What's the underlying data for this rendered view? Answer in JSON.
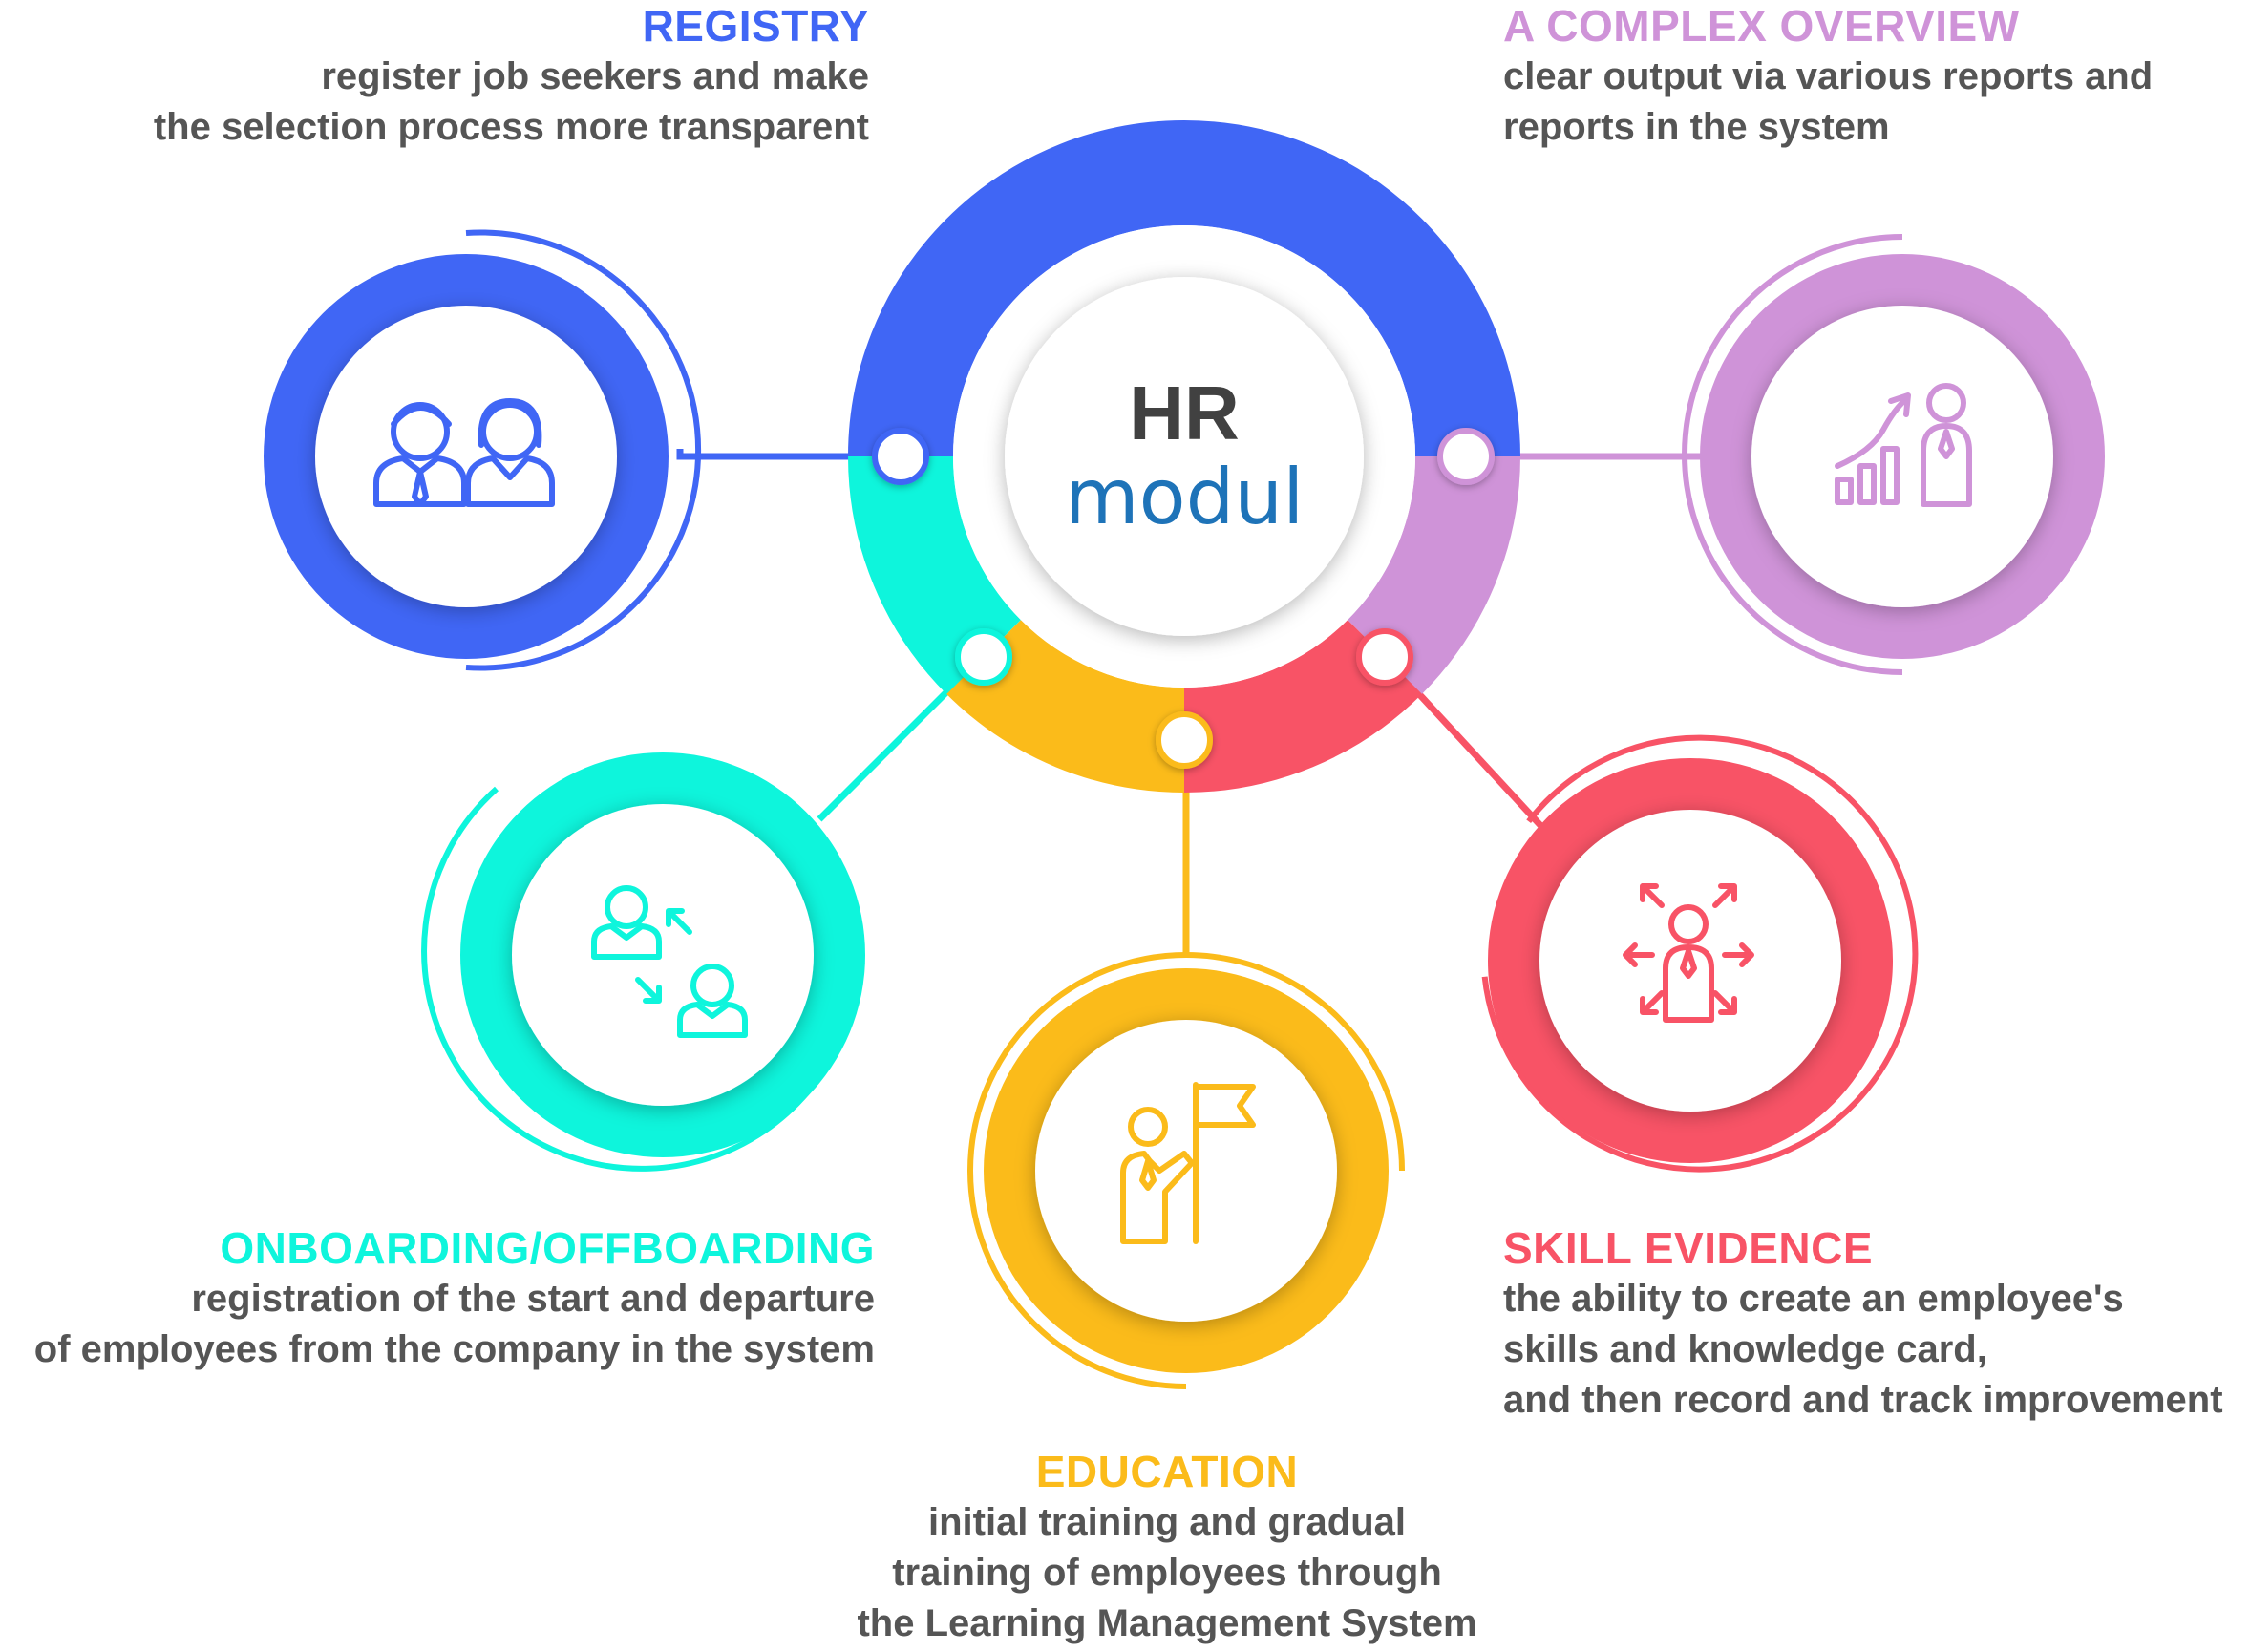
{
  "center": {
    "line1": "HR",
    "line2": "modul"
  },
  "colors": {
    "registry": "#4066f5",
    "overview": "#cf93d8",
    "skill": "#f85366",
    "education": "#fbbb1a",
    "onboarding": "#0ef5dc",
    "text": "#555555",
    "hr_dark": "#414141",
    "modul_blue": "#1e73b8"
  },
  "nodes": [
    {
      "id": "registry",
      "icon": "people-pair-icon",
      "title": "REGISTRY",
      "lines": [
        "register job seekers and make",
        "the selection process more transparent"
      ]
    },
    {
      "id": "overview",
      "icon": "growth-chart-person-icon",
      "title": "A COMPLEX OVERVIEW",
      "lines": [
        "clear output via various reports and",
        "reports in the system"
      ]
    },
    {
      "id": "onboarding",
      "icon": "person-exchange-icon",
      "title": "ONBOARDING/OFFBOARDING",
      "lines": [
        "registration of the start and departure",
        "of employees from the company in the system"
      ]
    },
    {
      "id": "education",
      "icon": "person-flag-icon",
      "title": "EDUCATION",
      "lines": [
        "initial training and gradual",
        "training of employees through",
        "the Learning Management System"
      ]
    },
    {
      "id": "skill",
      "icon": "person-arrows-icon",
      "title": "SKILL EVIDENCE",
      "lines": [
        "the ability to create an employee's",
        "skills and knowledge card,",
        "and then record and track improvement"
      ]
    }
  ]
}
